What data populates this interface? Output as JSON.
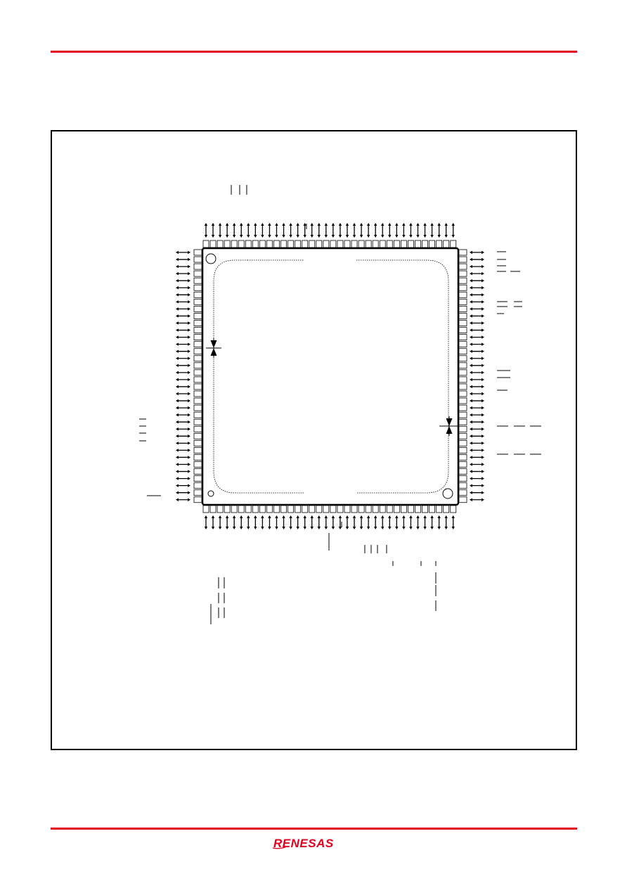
{
  "page": {
    "accent_color": "#e0001b",
    "rule_color": "#e0001b"
  },
  "figure": {
    "frame_color": "#000000",
    "package": {
      "pin_count_per_side": 36,
      "corner_markers": [
        "pin-1-index-mark",
        "corner-index-mark"
      ]
    }
  },
  "footer": {
    "logo_text": "RENESAS",
    "logo_color": "#e0001b"
  },
  "icons": {
    "arrow": "bidirectional-arrow-icon",
    "dimension": "dimension-marker-icon"
  }
}
